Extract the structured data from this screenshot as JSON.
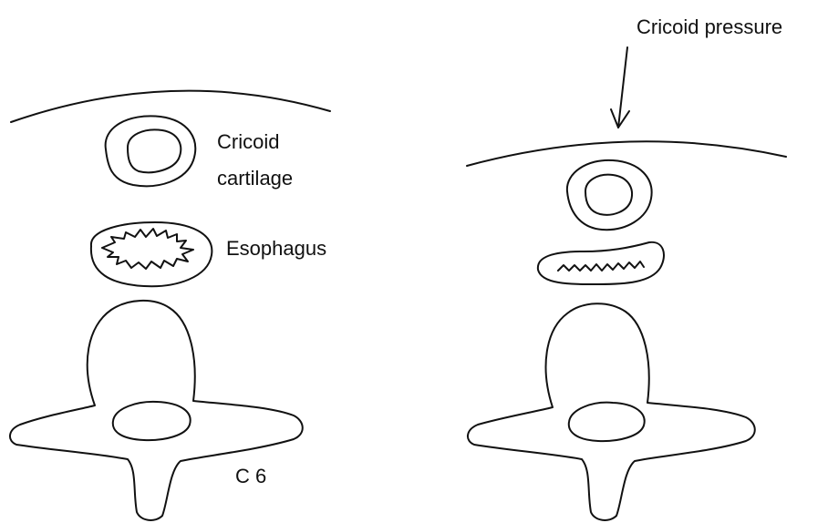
{
  "labels": {
    "cricoid_line1": "Cricoid",
    "cricoid_line2": "cartilage",
    "esophagus": "Esophagus",
    "vertebra": "C 6",
    "pressure": "Cricoid pressure"
  },
  "colors": {
    "ink": "#111111",
    "background": "#ffffff"
  }
}
